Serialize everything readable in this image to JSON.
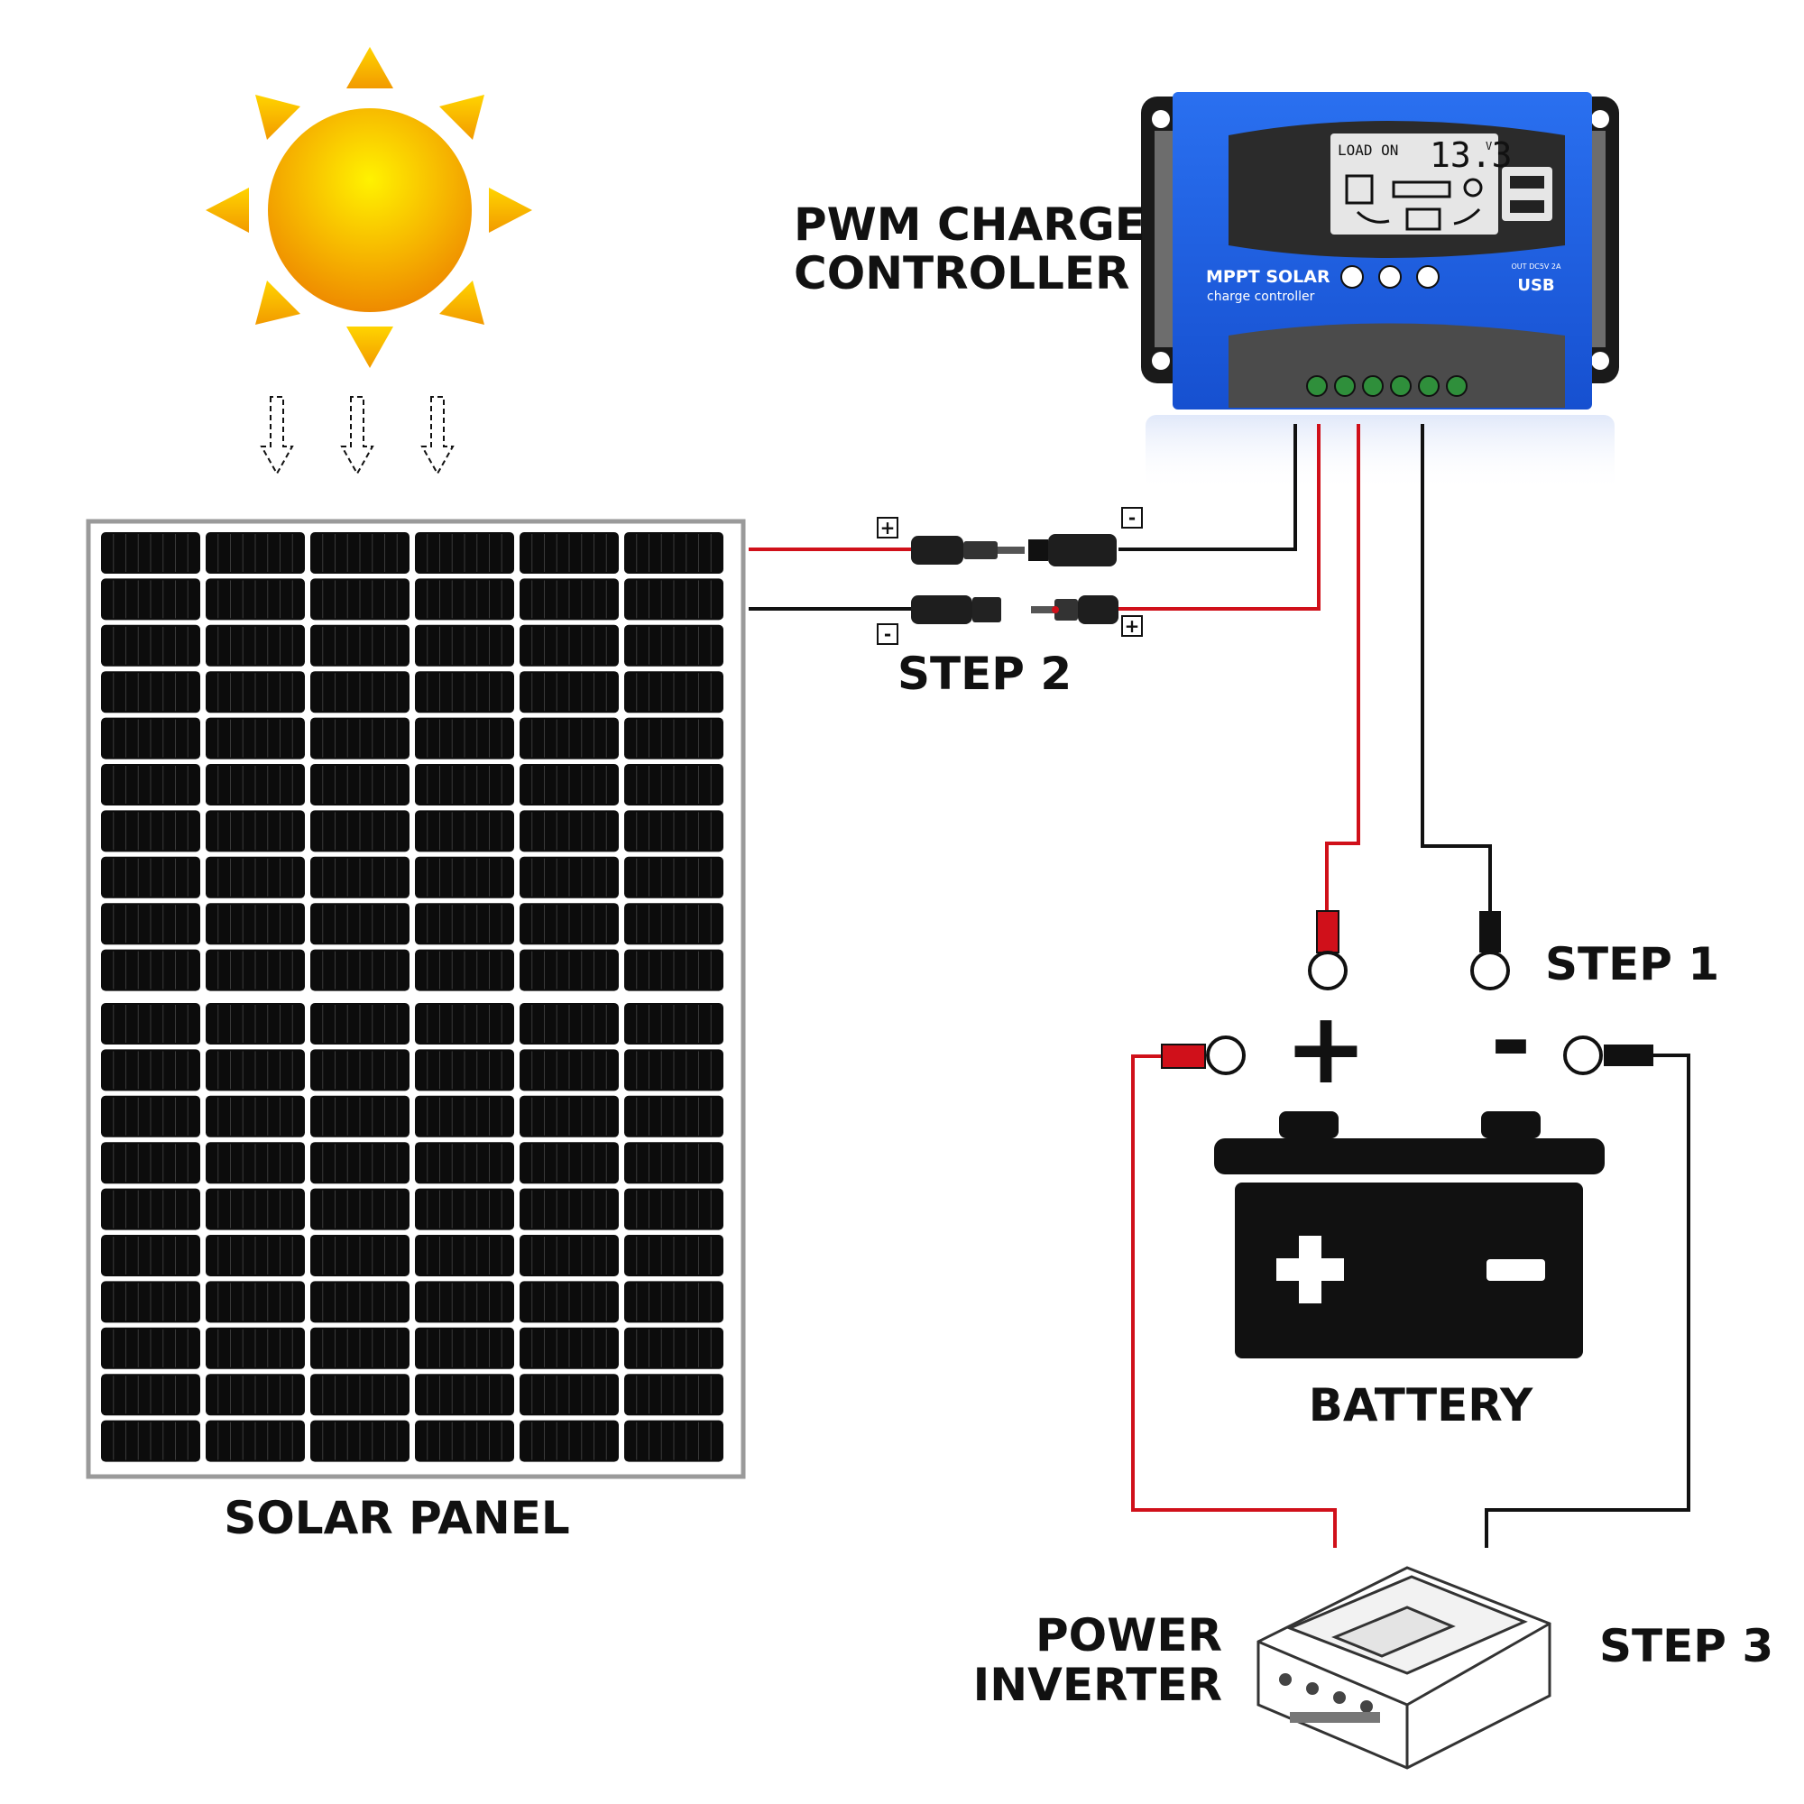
{
  "labels": {
    "controller_line1": "PWM CHARGE",
    "controller_line2": "CONTROLLER",
    "step1": "STEP 1",
    "step2": "STEP 2",
    "step3": "STEP 3",
    "solar_panel": "SOLAR PANEL",
    "battery": "BATTERY",
    "inverter_line1": "POWER",
    "inverter_line2": "INVERTER"
  },
  "controller": {
    "lcd_status": "LOAD ON",
    "lcd_voltage": "13.3",
    "lcd_unit": "V",
    "brand_line1": "MPPT SOLAR",
    "brand_line2": "charge controller",
    "usb_spec": "OUT DC5V 2A",
    "usb_label": "USB"
  },
  "polarity": {
    "plus": "+",
    "minus": "-"
  },
  "colors": {
    "positive_wire": "#d0101a",
    "negative_wire": "#111111",
    "controller_body": "#1f63e6",
    "sun_core": "#f5a800",
    "sun_rays": "#f7b500"
  }
}
